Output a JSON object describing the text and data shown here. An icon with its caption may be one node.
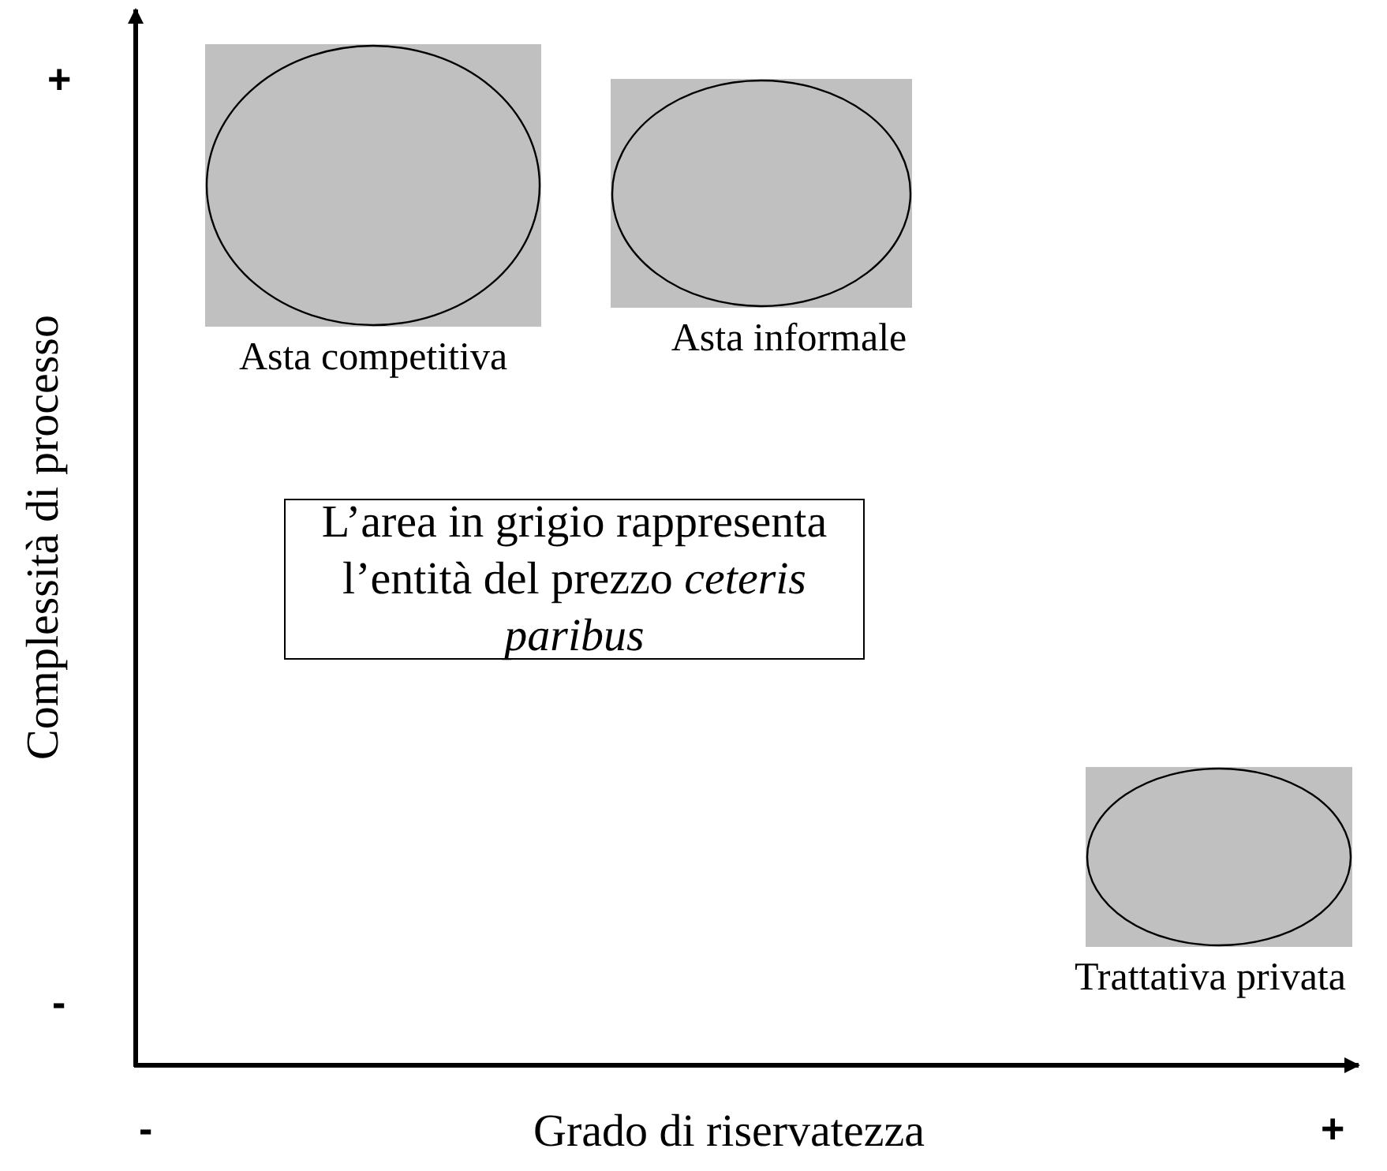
{
  "diagram": {
    "nodes": [
      {
        "text": [
          "Asta competitiva"
        ]
      },
      {
        "text": [
          "Asta informale"
        ]
      },
      {
        "text": [
          "L’area in grigio rappresenta l’entità del prezzo *ceteris paribus*"
        ]
      },
      {
        "text": [
          "Trattativa privata"
        ]
      }
    ],
    "edges": [],
    "labels": [
      "+",
      "Complessità di processo",
      "-",
      "-",
      "Grado di riservatezza",
      "+"
    ]
  }
}
